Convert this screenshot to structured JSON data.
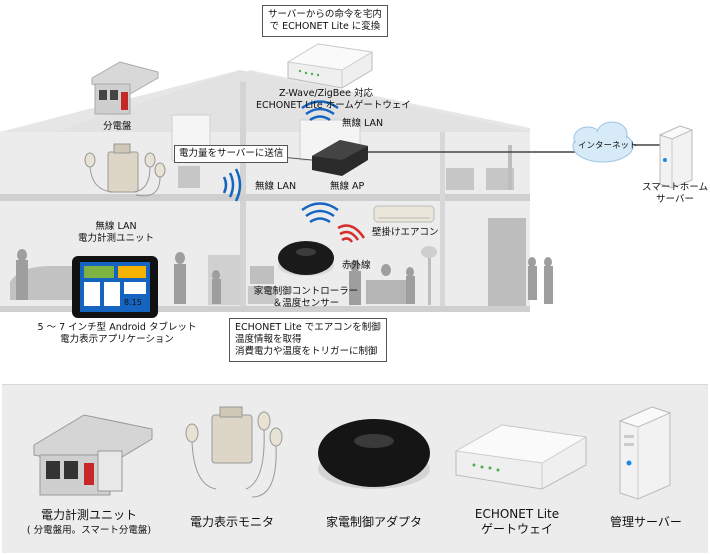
{
  "labels": {
    "server_command": [
      "サーバーからの命令を宅内",
      "で ECHONET Lite に変換"
    ],
    "gateway": [
      "Z-Wave/ZigBee 対応",
      "ECHONET Lite ホームゲートウェイ"
    ],
    "wireless_lan_top": "無線 LAN",
    "distribution_board": "分電盤",
    "send_power": "電力量をサーバーに送信",
    "wireless_lan_left": "無線 LAN",
    "wireless_ap": "無線 AP",
    "internet": "インターネット",
    "smart_home_server": [
      "スマートホーム",
      "サーバー"
    ],
    "meter_unit": [
      "無線 LAN",
      "電力計測ユニット"
    ],
    "aircon": "壁掛けエアコン",
    "infrared": "赤外線",
    "controller": [
      "家電制御コントローラー",
      "＆温度センサー"
    ],
    "tablet": [
      "5 ～ 7 インチ型 Android タブレット",
      "電力表示アプリケーション"
    ],
    "echonet_control": [
      "ECHONET Lite でエアコンを制御",
      "温度情報を取得",
      "消費電力や温度をトリガーに制御"
    ],
    "tablet_screen_value": "8.15"
  },
  "products": [
    {
      "name": "電力計測ユニット",
      "sub": "( 分電盤用。スマート分電盤)"
    },
    {
      "name": "電力表示モニタ"
    },
    {
      "name": "家電制御アダプタ"
    },
    {
      "name": "ECHONET Lite",
      "sub2": "ゲートウェイ"
    },
    {
      "name": "管理サーバー"
    }
  ],
  "colors": {
    "house": "#d9d9d9",
    "house_line": "#bdbdbd",
    "network_line": "#444444",
    "wifi_blue": "#1565c0",
    "ir_red": "#d32f2f",
    "cloud": "#d6eaf8",
    "panel": "#ececec"
  }
}
